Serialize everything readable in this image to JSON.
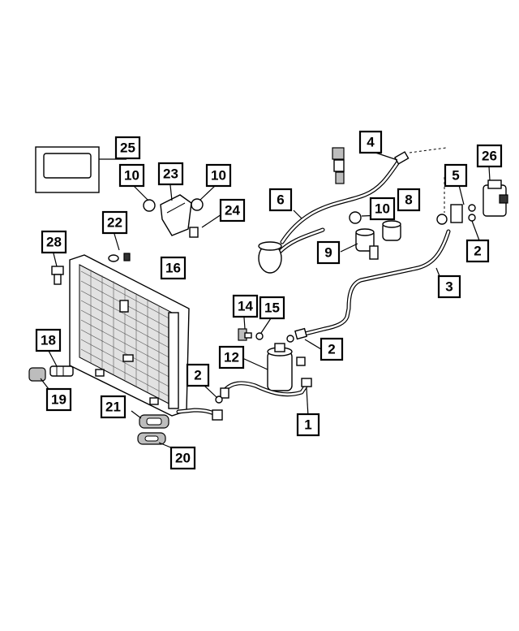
{
  "diagram": {
    "callouts": [
      {
        "id": "callout-1",
        "label": "1"
      },
      {
        "id": "callout-2a",
        "label": "2"
      },
      {
        "id": "callout-2b",
        "label": "2"
      },
      {
        "id": "callout-2c",
        "label": "2"
      },
      {
        "id": "callout-3",
        "label": "3"
      },
      {
        "id": "callout-4",
        "label": "4"
      },
      {
        "id": "callout-5",
        "label": "5"
      },
      {
        "id": "callout-6",
        "label": "6"
      },
      {
        "id": "callout-8",
        "label": "8"
      },
      {
        "id": "callout-9",
        "label": "9"
      },
      {
        "id": "callout-10a",
        "label": "10"
      },
      {
        "id": "callout-10b",
        "label": "10"
      },
      {
        "id": "callout-10c",
        "label": "10"
      },
      {
        "id": "callout-12",
        "label": "12"
      },
      {
        "id": "callout-14",
        "label": "14"
      },
      {
        "id": "callout-15",
        "label": "15"
      },
      {
        "id": "callout-16",
        "label": "16"
      },
      {
        "id": "callout-18",
        "label": "18"
      },
      {
        "id": "callout-19",
        "label": "19"
      },
      {
        "id": "callout-20",
        "label": "20"
      },
      {
        "id": "callout-21",
        "label": "21"
      },
      {
        "id": "callout-22",
        "label": "22"
      },
      {
        "id": "callout-23",
        "label": "23"
      },
      {
        "id": "callout-24",
        "label": "24"
      },
      {
        "id": "callout-25",
        "label": "25"
      },
      {
        "id": "callout-26",
        "label": "26"
      },
      {
        "id": "callout-28",
        "label": "28"
      }
    ]
  }
}
